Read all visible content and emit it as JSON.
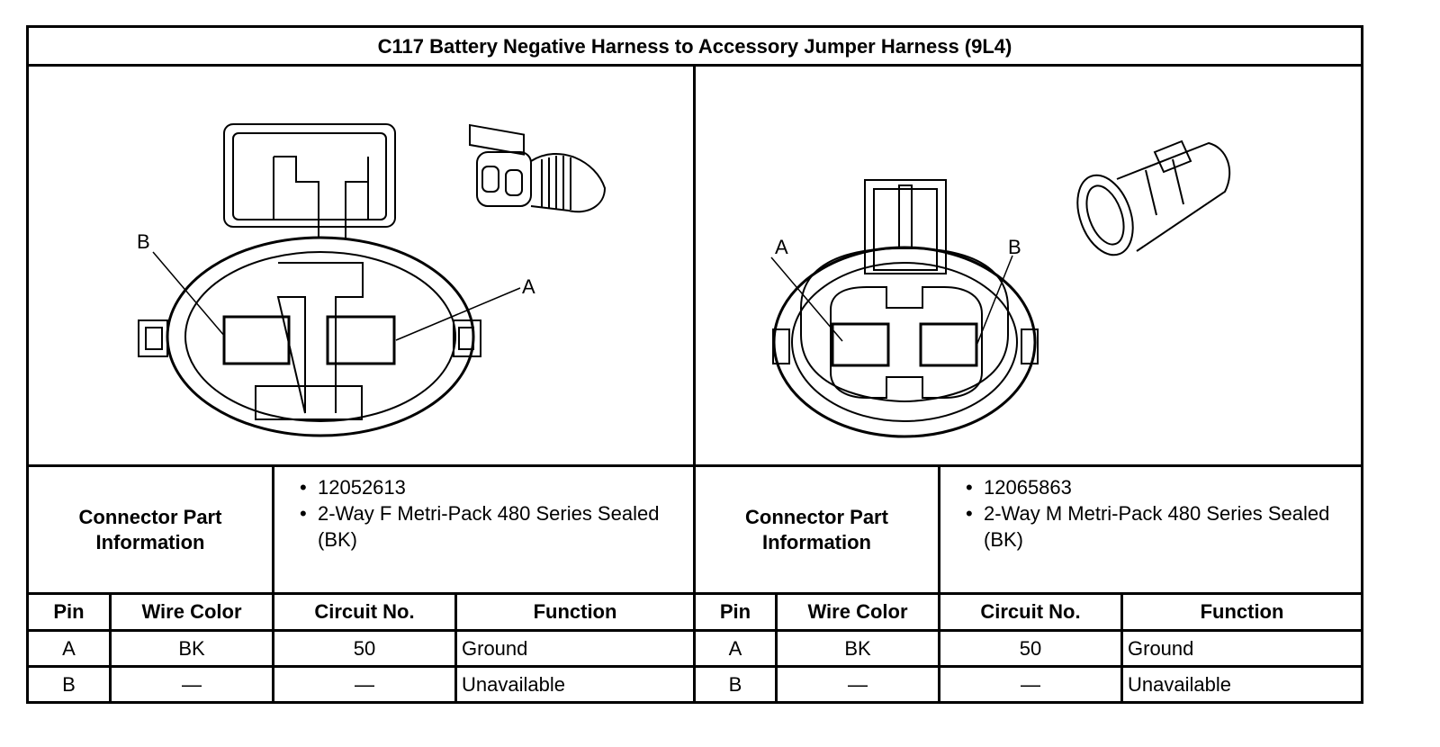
{
  "title": "C117 Battery Negative Harness to Accessory Jumper Harness (9L4)",
  "connectors": [
    {
      "side": "left",
      "pin_labels": [
        "B",
        "A"
      ],
      "info_label": "Connector Part Information",
      "part_info": [
        "12052613",
        "2-Way F Metri-Pack 480 Series Sealed (BK)"
      ],
      "table": {
        "headers": [
          "Pin",
          "Wire Color",
          "Circuit No.",
          "Function"
        ],
        "rows": [
          [
            "A",
            "BK",
            "50",
            "Ground"
          ],
          [
            "B",
            "—",
            "—",
            "Unavailable"
          ]
        ]
      }
    },
    {
      "side": "right",
      "pin_labels": [
        "A",
        "B"
      ],
      "info_label": "Connector Part Information",
      "part_info": [
        "12065863",
        "2-Way M Metri-Pack 480 Series Sealed (BK)"
      ],
      "table": {
        "headers": [
          "Pin",
          "Wire Color",
          "Circuit No.",
          "Function"
        ],
        "rows": [
          [
            "A",
            "BK",
            "50",
            "Ground"
          ],
          [
            "B",
            "—",
            "—",
            "Unavailable"
          ]
        ]
      }
    }
  ]
}
